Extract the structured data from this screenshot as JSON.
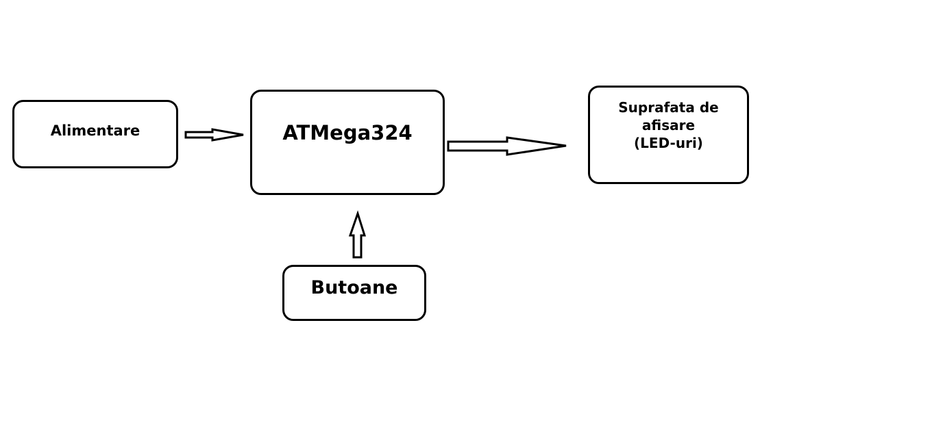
{
  "diagram": {
    "blocks": {
      "alimentare": {
        "lines": [
          "Alimentare"
        ]
      },
      "atmega": {
        "lines": [
          "ATMega324"
        ]
      },
      "display": {
        "lines": [
          "Suprafata de afisare",
          "(LED-uri)"
        ]
      },
      "butoane": {
        "lines": [
          "Butoane"
        ]
      }
    },
    "connections": [
      {
        "from": "Alimentare",
        "to": "ATMega324"
      },
      {
        "from": "ATMega324",
        "to": "Suprafata de afisare (LED-uri)"
      },
      {
        "from": "Butoane",
        "to": "ATMega324"
      }
    ],
    "colors": {
      "stroke": "#000000",
      "fill": "#ffffff",
      "background": "#ffffff"
    }
  }
}
